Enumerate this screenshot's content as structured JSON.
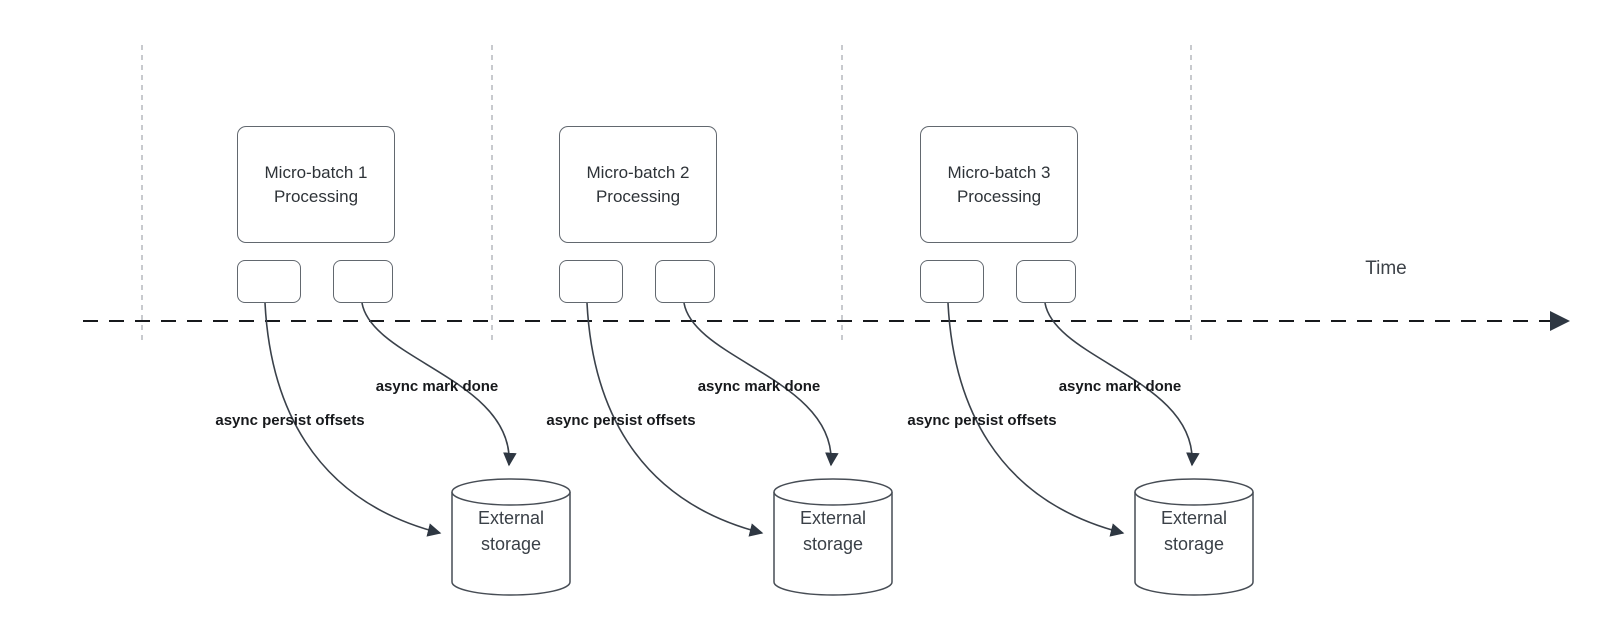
{
  "diagram": {
    "time_axis_label": "Time"
  },
  "batches": [
    {
      "title_line1": "Micro-batch 1",
      "title_line2": "Processing",
      "offsets_arrow_label": "async persist offsets",
      "done_arrow_label": "async mark done",
      "storage_line1": "External",
      "storage_line2": "storage"
    },
    {
      "title_line1": "Micro-batch 2",
      "title_line2": "Processing",
      "offsets_arrow_label": "async persist offsets",
      "done_arrow_label": "async mark done",
      "storage_line1": "External",
      "storage_line2": "storage"
    },
    {
      "title_line1": "Micro-batch 3",
      "title_line2": "Processing",
      "offsets_arrow_label": "async persist offsets",
      "done_arrow_label": "async mark done",
      "storage_line1": "External",
      "storage_line2": "storage"
    }
  ],
  "palette": {
    "background": "#ffffff",
    "guide_line": "#b5b9bd",
    "timeline": "#17191c",
    "connector": "#3a414a",
    "shape_border": "#62686f",
    "cylinder_border": "#474d55",
    "text_primary": "#2e3338",
    "text_secondary": "#3a4047",
    "label_bold": "#17191c"
  }
}
